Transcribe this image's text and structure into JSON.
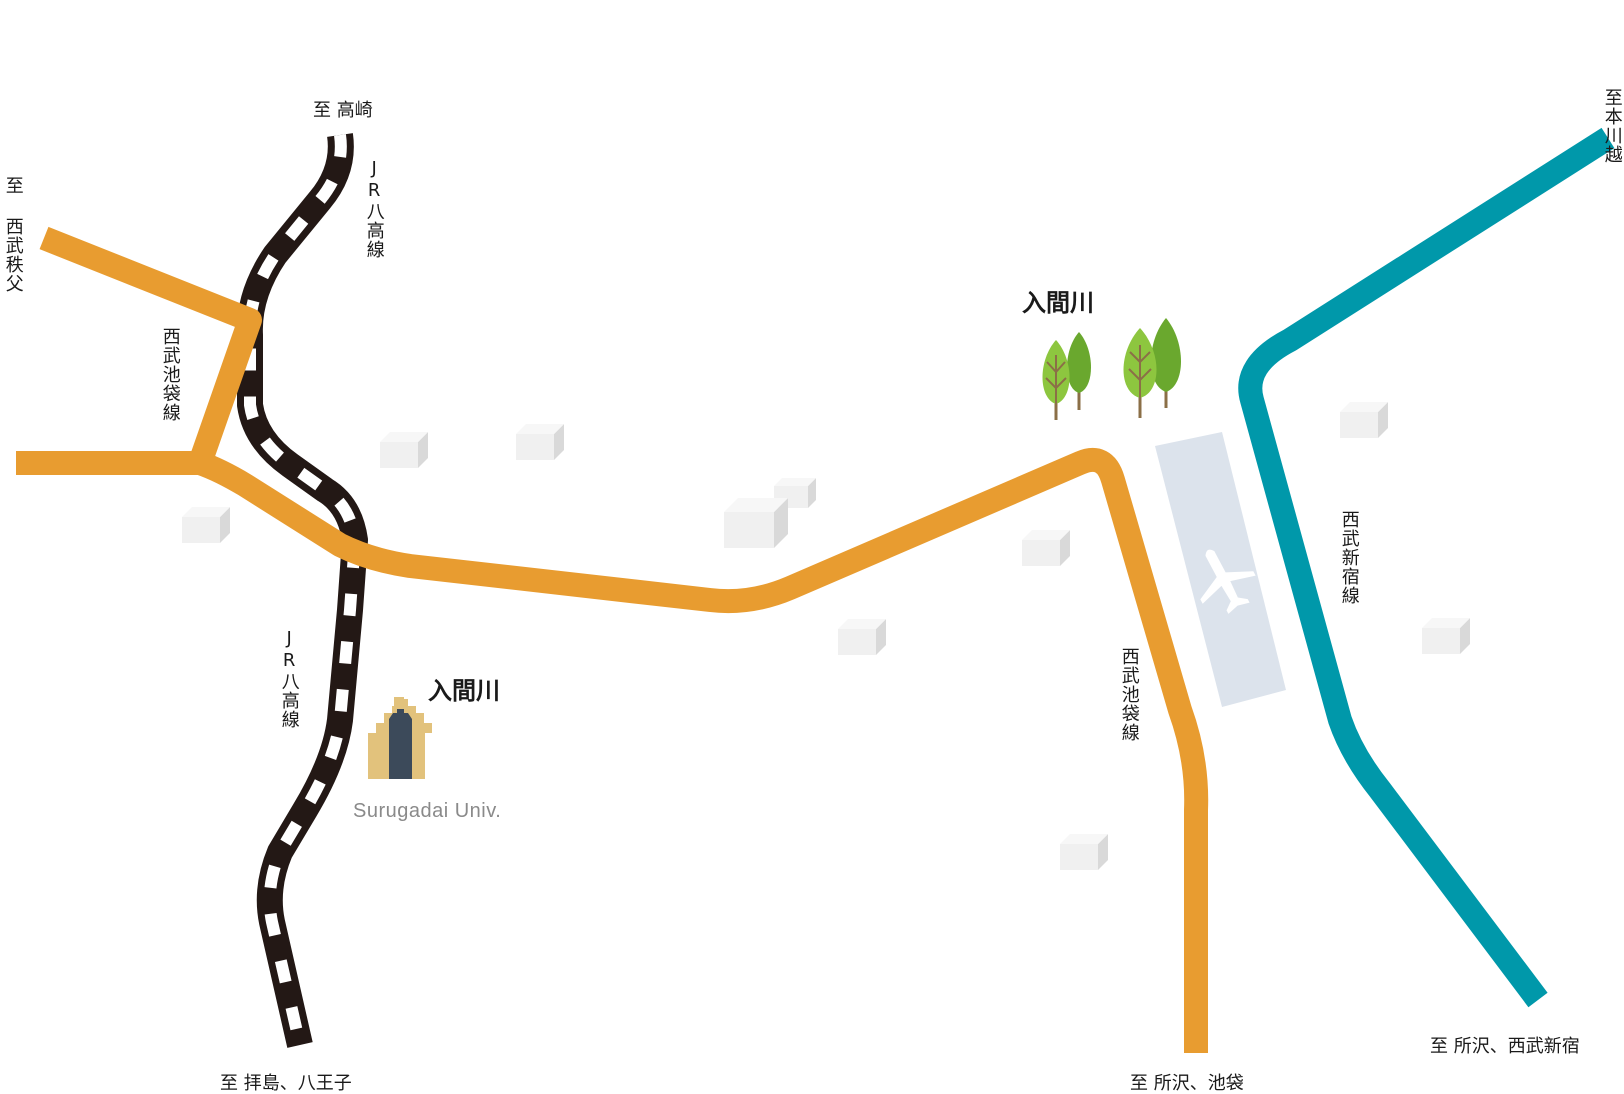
{
  "labels": {
    "to_takasaki": "至 高崎",
    "jr_hachiko_north": "JR八高線",
    "to_seibu_chichibu": "至 西武秩父",
    "seibu_ikebukuro_west": "西武池袋線",
    "jr_hachiko_south": "JR八高線",
    "iruma_river_top": "入間川",
    "iruma_river_univ": "入間川",
    "university": "Surugadai Univ.",
    "seibu_ikebukuro_east": "西武池袋線",
    "to_honkawagoe": "至本川越",
    "seibu_shinjuku": "西武新宿線",
    "to_haijima_hachioji": "至 拝島、八王子",
    "to_tokorozawa_ikebukuro": "至 所沢、池袋",
    "to_tokorozawa_seibushinjuku": "至 所沢、西武新宿"
  },
  "colors": {
    "seibu_ikebukuro": "#e89c30",
    "seibu_shinjuku": "#0098aa",
    "jr_hachiko": "#231815",
    "runway": "#dce3ec",
    "tree_light": "#8dc63f",
    "tree_dark": "#6aa82e",
    "building": "#ebebeb",
    "university_building": "#e2c27c",
    "university_tower": "#3c4a5a"
  },
  "icons": {
    "airplane": "airplane-icon",
    "tree": "tree-icon",
    "university": "university-building-icon",
    "building": "building-icon"
  }
}
